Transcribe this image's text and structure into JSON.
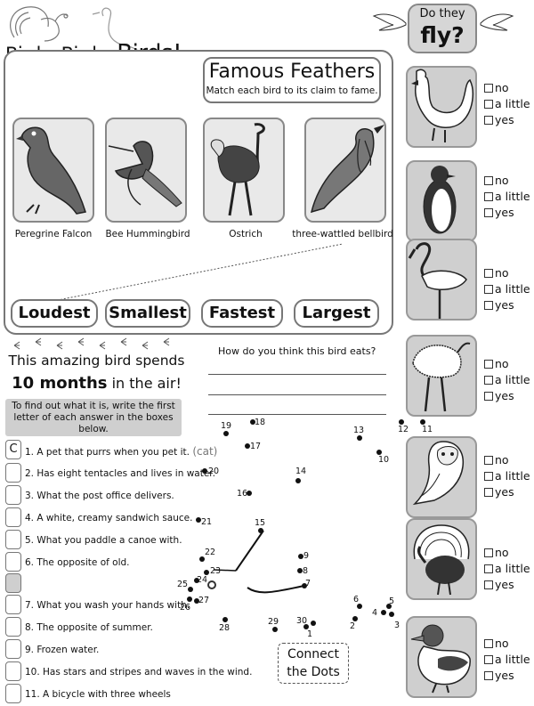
{
  "title": {
    "part1": "Birds, Birds, ",
    "part2": "Birds!"
  },
  "famous_feathers": {
    "title": "Famous Feathers",
    "subtitle": "Match each bird to its claim to fame.",
    "birds": [
      "Peregrine Falcon",
      "Bee Hummingbird",
      "Ostrich",
      "three-wattled bellbird"
    ],
    "claims": [
      "Loudest",
      "Smallest",
      "Fastest",
      "Largest"
    ]
  },
  "do_they_fly": {
    "line1": "Do they",
    "line2": "fly?",
    "options": [
      "no",
      "a little",
      "yes"
    ],
    "birds": [
      "rooster-icon",
      "penguin-icon",
      "flamingo-icon",
      "emu-icon",
      "owl-icon",
      "turkey-icon",
      "duck-icon"
    ]
  },
  "ten_months": {
    "line1": "This amazing bird spends",
    "highlight": "10 months",
    "line2_rest": " in the air!",
    "instructions": "To find out what it is, write the first letter of each answer in the boxes below."
  },
  "questions": [
    {
      "box": "C",
      "text": "1. A pet that purrs when you pet it.",
      "hint": "(cat)"
    },
    {
      "box": "",
      "text": "2. Has eight tentacles and lives in water.",
      "hint": ""
    },
    {
      "box": "",
      "text": "3. What the post office delivers.",
      "hint": ""
    },
    {
      "box": "",
      "text": "4. A white, creamy sandwich sauce.",
      "hint": ""
    },
    {
      "box": "",
      "text": "5. What you paddle a canoe with.",
      "hint": ""
    },
    {
      "box": "",
      "text": "6. The opposite of old.",
      "hint": ""
    },
    {
      "box": "",
      "text": "",
      "hint": ""
    },
    {
      "box": "",
      "text": "7. What you wash your hands with.",
      "hint": ""
    },
    {
      "box": "",
      "text": "8. The opposite of summer.",
      "hint": ""
    },
    {
      "box": "",
      "text": "9. Frozen water.",
      "hint": ""
    },
    {
      "box": "",
      "text": "10. Has stars and stripes and waves in the wind.",
      "hint": ""
    },
    {
      "box": "",
      "text": "11. A bicycle with three wheels",
      "hint": ""
    }
  ],
  "eats_question": "How do you think this bird eats?",
  "connect_dots": {
    "label_line1": "Connect",
    "label_line2": "the Dots",
    "numbers": [
      "1",
      "2",
      "3",
      "4",
      "5",
      "6",
      "7",
      "8",
      "9",
      "10",
      "11",
      "12",
      "13",
      "14",
      "15",
      "16",
      "17",
      "18",
      "19",
      "20",
      "21",
      "22",
      "23",
      "24",
      "25",
      "26",
      "27",
      "28",
      "29",
      "30"
    ]
  }
}
